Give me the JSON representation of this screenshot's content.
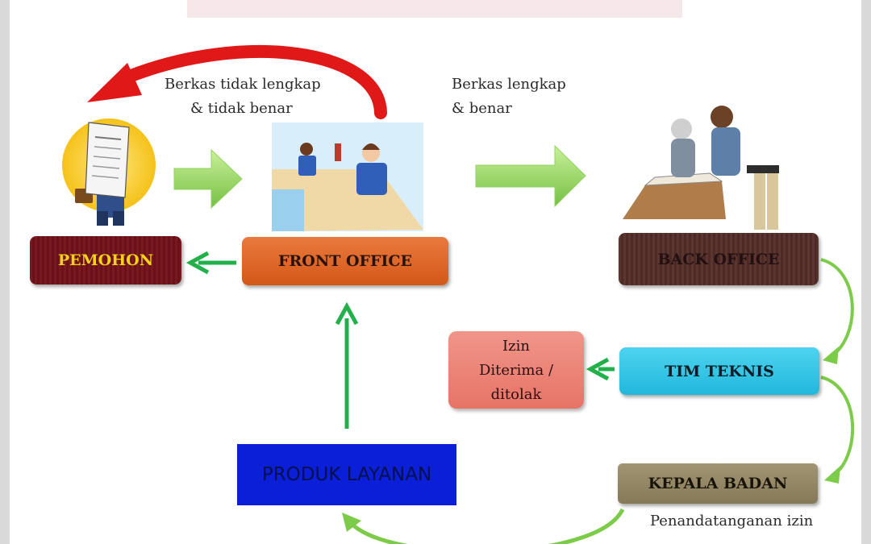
{
  "labels": {
    "incomplete_line1": "Berkas tidak lengkap",
    "incomplete_line2": "& tidak benar",
    "complete_line1": "Berkas lengkap",
    "complete_line2": "& benar",
    "signing_line1": "Penandatanganan izin"
  },
  "nodes": {
    "pemohon": "PEMOHON",
    "front_office": "FRONT OFFICE",
    "back_office": "BACK OFFICE",
    "tim_teknis": "TIM TEKNIS",
    "izin_line1": "Izin",
    "izin_line2": "Diterima /",
    "izin_line3": "ditolak",
    "kepala_badan": "KEPALA BADAN",
    "produk_layanan": "PRODUK LAYANAN"
  },
  "colors": {
    "pemohon": "#6a1018",
    "front_office": "#e06a2e",
    "back_office": "#55302c",
    "tim_teknis": "#33c4e4",
    "izin": "#ec8a7e",
    "kepala_badan": "#948863",
    "produk_layanan": "#0b1ed8",
    "arrow_green": "#22b04a",
    "arrow_red": "#e01818"
  }
}
